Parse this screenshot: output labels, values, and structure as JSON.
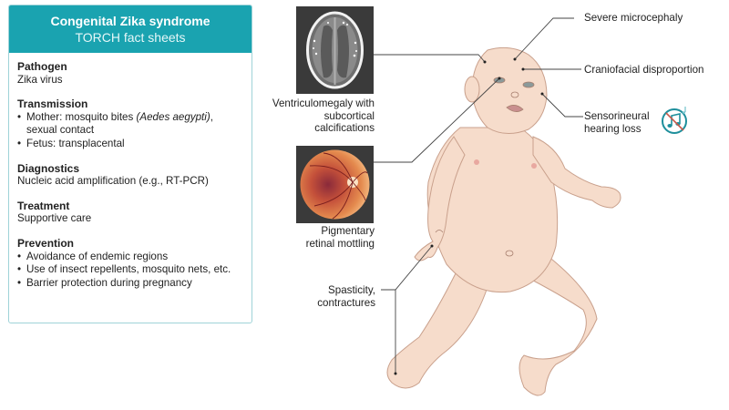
{
  "card": {
    "title": "Congenital Zika syndrome",
    "subtitle": "TORCH fact sheets",
    "colors": {
      "header": "#1aa3b0",
      "border": "#9fd3d8"
    },
    "sections": [
      {
        "title": "Pathogen",
        "lines": [
          "Zika virus"
        ]
      },
      {
        "title": "Transmission",
        "bullets": [
          {
            "text_pre": "Mother: mosquito bites ",
            "text_italic": "(Aedes aegypti)",
            "text_post": ",",
            "continuation": "sexual contact"
          },
          {
            "text_pre": "Fetus: transplacental"
          }
        ]
      },
      {
        "title": "Diagnostics",
        "lines": [
          "Nucleic acid amplification (e.g., RT-PCR)"
        ]
      },
      {
        "title": "Treatment",
        "lines": [
          "Supportive care"
        ]
      },
      {
        "title": "Prevention",
        "bullets": [
          {
            "text_pre": "Avoidance of endemic regions"
          },
          {
            "text_pre": "Use of insect repellents, mosquito nets, etc."
          },
          {
            "text_pre": "Barrier protection during pregnancy"
          }
        ]
      }
    ]
  },
  "illustration": {
    "labels": {
      "microcephaly": "Severe microcephaly",
      "craniofacial": "Craniofacial disproportion",
      "hearing_1": "Sensorineural",
      "hearing_2": "hearing loss",
      "ventriculo_1": "Ventriculomegaly with",
      "ventriculo_2": "subcortical",
      "ventriculo_3": "calcifications",
      "retina_1": "Pigmentary",
      "retina_2": "retinal mottling",
      "spasticity_1": "Spasticity,",
      "spasticity_2": "contractures"
    },
    "icons": {
      "hearing_loss": "no-music-icon",
      "brain_scan": "brain-ct-scan-image",
      "retina": "fundus-retina-image"
    },
    "colors": {
      "skin": "#f6dccb",
      "skin_outline": "#c9a08c",
      "leader_line": "#444444",
      "icon_teal": "#1e8f9c"
    }
  }
}
